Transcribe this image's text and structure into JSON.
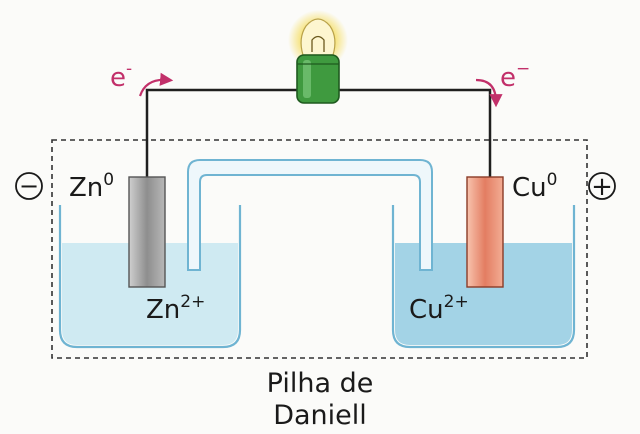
{
  "title": "",
  "caption": {
    "line1": "Pilha de",
    "line2": "Daniell"
  },
  "anode": {
    "sign": "−",
    "metal": "Zn",
    "metal_sup": "0",
    "ion": "Zn",
    "ion_sup": "2+"
  },
  "cathode": {
    "sign": "+",
    "metal": "Cu",
    "metal_sup": "0",
    "ion": "Cu",
    "ion_sup": "2+"
  },
  "electron_flow": {
    "left_label": "e",
    "left_sup": "-",
    "right_label": "e",
    "right_sup": "−"
  },
  "colors": {
    "zinc_solution": "#cfeaf2",
    "copper_solution": "#a3d3e6",
    "zinc_electrode": "#a3a3a3",
    "copper_electrode": "#ef9c82",
    "salt_bridge": "#7fbfdc",
    "electron_arrow": "#c2306a",
    "bulb_base": "#3f9a3f",
    "bulb_glow": "#f4dd57"
  }
}
